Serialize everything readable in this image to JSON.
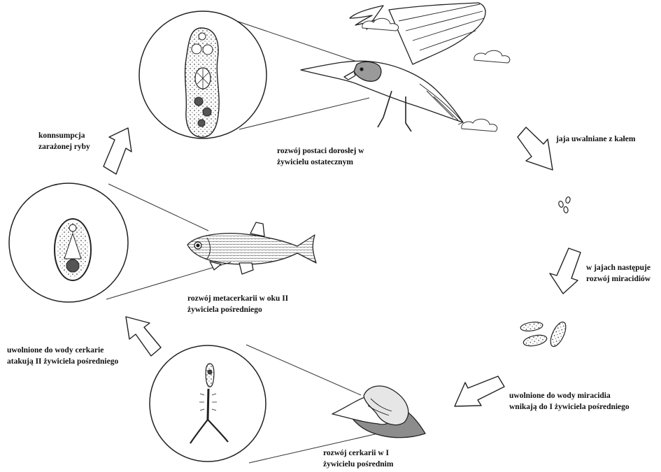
{
  "labels": {
    "adult": [
      "rozwój postaci dorosłej w",
      "żywicielu ostatecznym"
    ],
    "eggs": [
      "jaja uwalniane z kałem"
    ],
    "miracidia_dev": [
      "w jajach następuje",
      "rozwój miracidiów"
    ],
    "miracidia_release": [
      "uwolnione do wody miracidia",
      "wnikają do I żywiciela pośredniego"
    ],
    "cercariae_dev": [
      "rozwój cerkarii w I",
      "żywicielu pośrednim"
    ],
    "cercariae_release": [
      "uwolnione do wody cerkarie",
      "atakują II żywiciela pośredniego"
    ],
    "metacercariae": [
      "rozwój metacerkarii w oku II",
      "żywiciela pośredniego"
    ],
    "consumption": [
      "konnsumpcja",
      "zarażonej ryby"
    ]
  }
}
